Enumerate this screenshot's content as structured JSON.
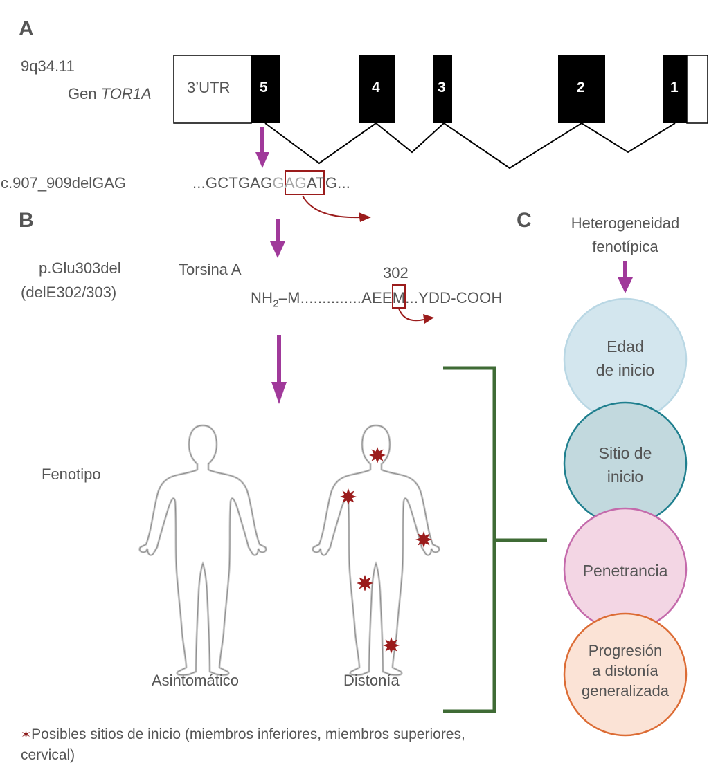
{
  "panels": {
    "a": "A",
    "b": "B",
    "c": "C"
  },
  "locus": "9q34.11",
  "gene": {
    "prefix": "Gen ",
    "name": "TOR1A"
  },
  "exons": {
    "utr": "3’UTR",
    "e5": "5",
    "e4": "4",
    "e3": "3",
    "e2": "2",
    "e1": "1"
  },
  "mutation_dna": "c.907_909delGAG",
  "dna_seq": {
    "before": "...GCTGAG",
    "deleted": "GAG",
    "after": "ATG..."
  },
  "mutation_protein": {
    "line1": "p.Glu303del",
    "line2": "(delE302/303)"
  },
  "protein": {
    "name": "Torsina A",
    "position": "302",
    "nh": "NH",
    "sub": "2",
    "rest_before": "–M..............A",
    "boxed": "E",
    "rest_after": "EM...YDD-COOH"
  },
  "phenotype": {
    "label": "Fenotipo",
    "asymptomatic": "Asintomático",
    "dystonia": "Distonía"
  },
  "heterogeneity": {
    "line1": "Heterogeneidad",
    "line2": "fenotípica"
  },
  "circles": [
    {
      "lines": [
        "Edad",
        "de inicio"
      ]
    },
    {
      "lines": [
        "Sitio de",
        "inicio"
      ]
    },
    {
      "lines": [
        "Penetrancia"
      ]
    },
    {
      "lines": [
        "Progresión",
        "a distonía",
        "generalizada"
      ]
    }
  ],
  "footnote": {
    "symbol": "✶",
    "text": "Posibles sitios de inicio (miembros inferiores, miembros superiores, cervical)"
  },
  "colors": {
    "purple_arrow": "#a0399a",
    "red_arrow": "#9b1c1c",
    "bracket": "#3f6b35",
    "circle1_fill": "#d3e6ee",
    "circle1_stroke": "#b9d7e4",
    "circle2_fill": "#c2d9de",
    "circle2_stroke": "#1f7f8e",
    "circle3_fill": "#f3d6e4",
    "circle3_stroke": "#c46aab",
    "circle4_fill": "#fbe3d6",
    "circle4_stroke": "#dc6c35"
  }
}
